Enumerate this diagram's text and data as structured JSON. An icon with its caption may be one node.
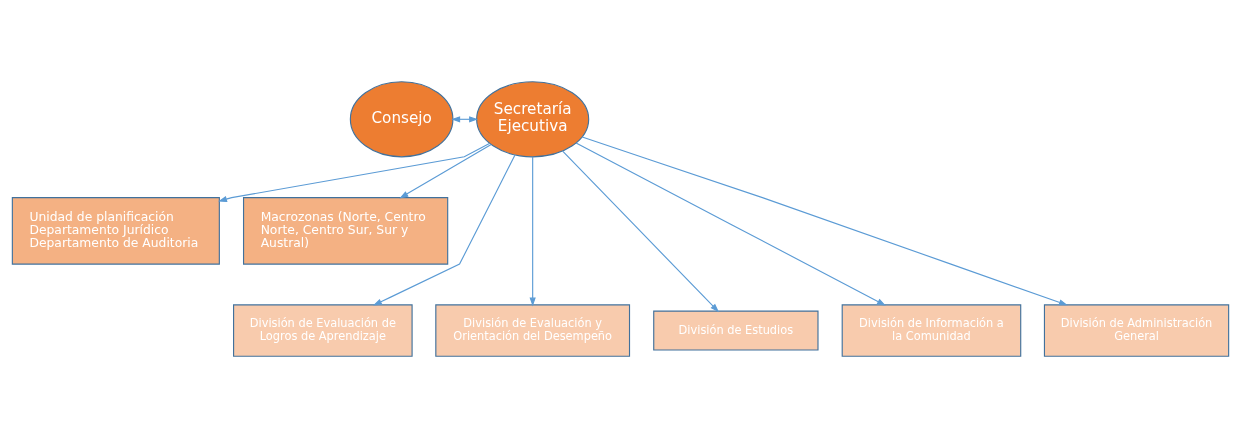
{
  "diagram": {
    "nodes": [
      {
        "text": [
          "Consejo"
        ]
      },
      {
        "text": [
          "Secretaría Ejecutiva"
        ]
      },
      {
        "text": [
          "Unidad de planificación",
          "Departamento Jurídico",
          "Departamento de Auditoria"
        ]
      },
      {
        "text": [
          "Macrozonas (Norte, Centro Norte, Centro Sur, Sur y Austral)"
        ]
      },
      {
        "text": [
          "División de Evaluación de Logros de Aprendizaje"
        ]
      },
      {
        "text": [
          "División de Evaluación y Orientación del Desempeño"
        ]
      },
      {
        "text": [
          "División de Estudios"
        ]
      },
      {
        "text": [
          "División de Información a la Comunidad"
        ]
      },
      {
        "text": [
          "División de Administración General"
        ]
      }
    ],
    "edges": [
      {
        "from": 0,
        "to": 1,
        "arrow": "both"
      },
      {
        "from": 1,
        "to": 2,
        "arrow": "to"
      },
      {
        "from": 1,
        "to": 3,
        "arrow": "to"
      },
      {
        "from": 1,
        "to": 4,
        "arrow": "to"
      },
      {
        "from": 1,
        "to": 5,
        "arrow": "to"
      },
      {
        "from": 1,
        "to": 6,
        "arrow": "to"
      },
      {
        "from": 1,
        "to": 7,
        "arrow": "to"
      },
      {
        "from": 1,
        "to": 8,
        "arrow": "to"
      }
    ]
  }
}
